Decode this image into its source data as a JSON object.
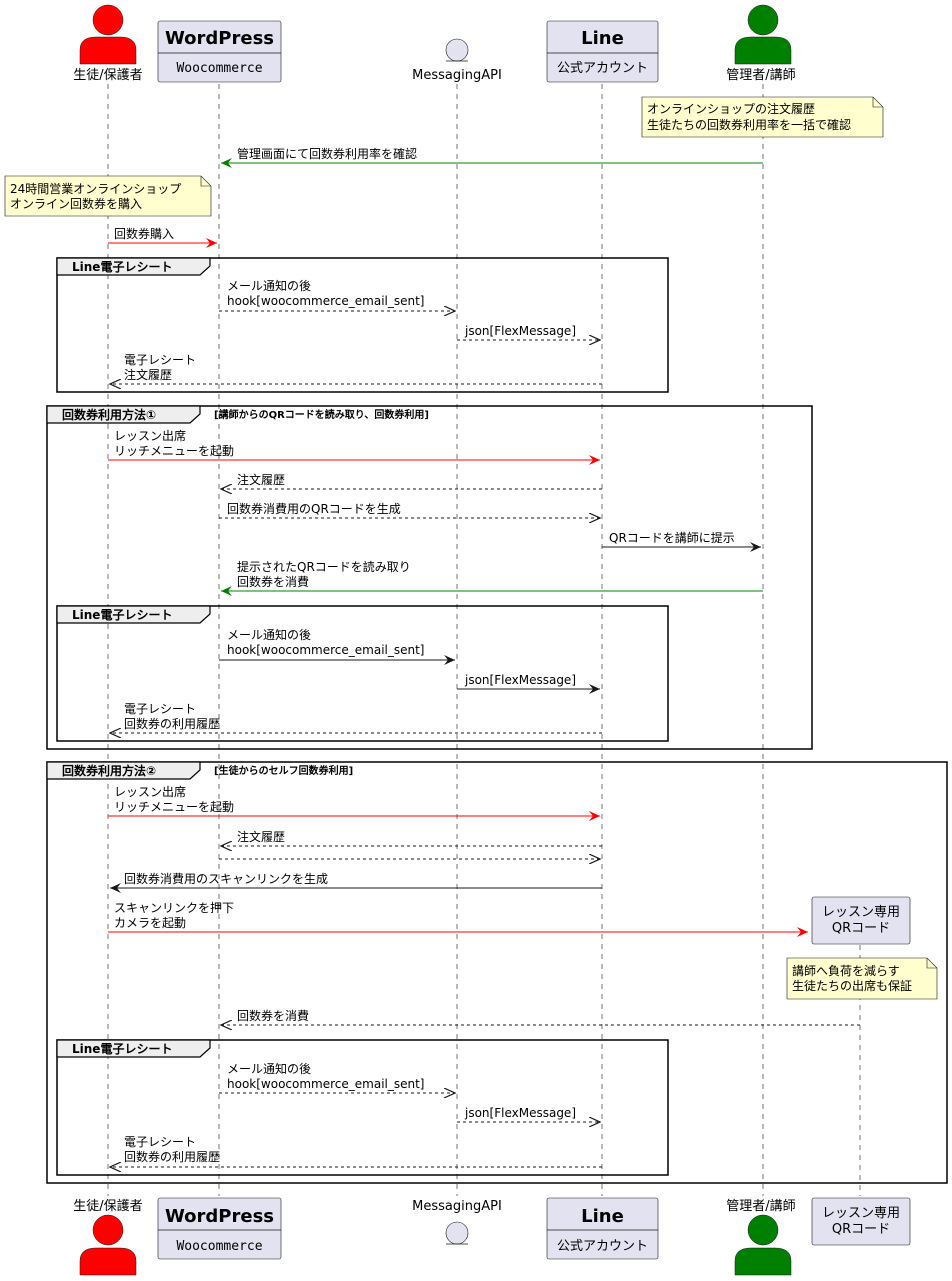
{
  "colors": {
    "student": "#ff0000",
    "admin": "#008000",
    "box_fill": "#e2e2f0",
    "note_fill": "#fefece",
    "red_arrow": "#ff0000",
    "green_arrow": "#008000"
  },
  "participants": {
    "student": {
      "label": "生徒/保護者",
      "icon": "person-icon"
    },
    "wordpress": {
      "title": "WordPress",
      "subtitle": "Woocommerce"
    },
    "messaging": {
      "label": "MessagingAPI",
      "icon": "entity-circle-icon"
    },
    "line": {
      "title": "Line",
      "subtitle": "公式アカウント"
    },
    "admin": {
      "label": "管理者/講師",
      "icon": "person-icon"
    },
    "qr": {
      "line1": "レッスン専用",
      "line2": "QRコード"
    }
  },
  "notes": {
    "admin_note": [
      "オンラインショップの注文履歴",
      "生徒たちの回数券利用率を一括で確認"
    ],
    "shop_note": [
      "24時間営業オンラインショップ",
      "オンライン回数券を購入"
    ],
    "qr_note": [
      "講師へ負荷を減らす",
      "生徒たちの出席も保証"
    ]
  },
  "messages": {
    "m1": "管理画面にて回数券利用率を確認",
    "m2": "回数券購入",
    "r1a": [
      "メール通知の後",
      "hook[woocommerce_email_sent]"
    ],
    "r1b": "json[FlexMessage]",
    "r1c": [
      "電子レシート",
      "注文履歴"
    ],
    "u1a": [
      "レッスン出席",
      "リッチメニューを起動"
    ],
    "u1b": "注文履歴",
    "u1c": "回数券消費用のQRコードを生成",
    "u1d": "QRコードを講師に提示",
    "u1e": [
      "提示されたQRコードを読み取り",
      "回数券を消費"
    ],
    "r2a": [
      "メール通知の後",
      "hook[woocommerce_email_sent]"
    ],
    "r2b": "json[FlexMessage]",
    "r2c": [
      "電子レシート",
      "回数券の利用履歴"
    ],
    "u2a": [
      "レッスン出席",
      "リッチメニューを起動"
    ],
    "u2b": "注文履歴",
    "u2d": "回数券消費用のスキャンリンクを生成",
    "u2e": [
      "スキャンリンクを押下",
      "カメラを起動"
    ],
    "u2f": "回数券を消費",
    "r3a": [
      "メール通知の後",
      "hook[woocommerce_email_sent]"
    ],
    "r3b": "json[FlexMessage]",
    "r3c": [
      "電子レシート",
      "回数券の利用履歴"
    ]
  },
  "frames": {
    "receipt": "Line電子レシート",
    "usage1": {
      "title": "回数券利用方法①",
      "guard": "[講師からのQRコードを読み取り、回数券利用]"
    },
    "usage2": {
      "title": "回数券利用方法②",
      "guard": "[生徒からのセルフ回数券利用]"
    }
  }
}
